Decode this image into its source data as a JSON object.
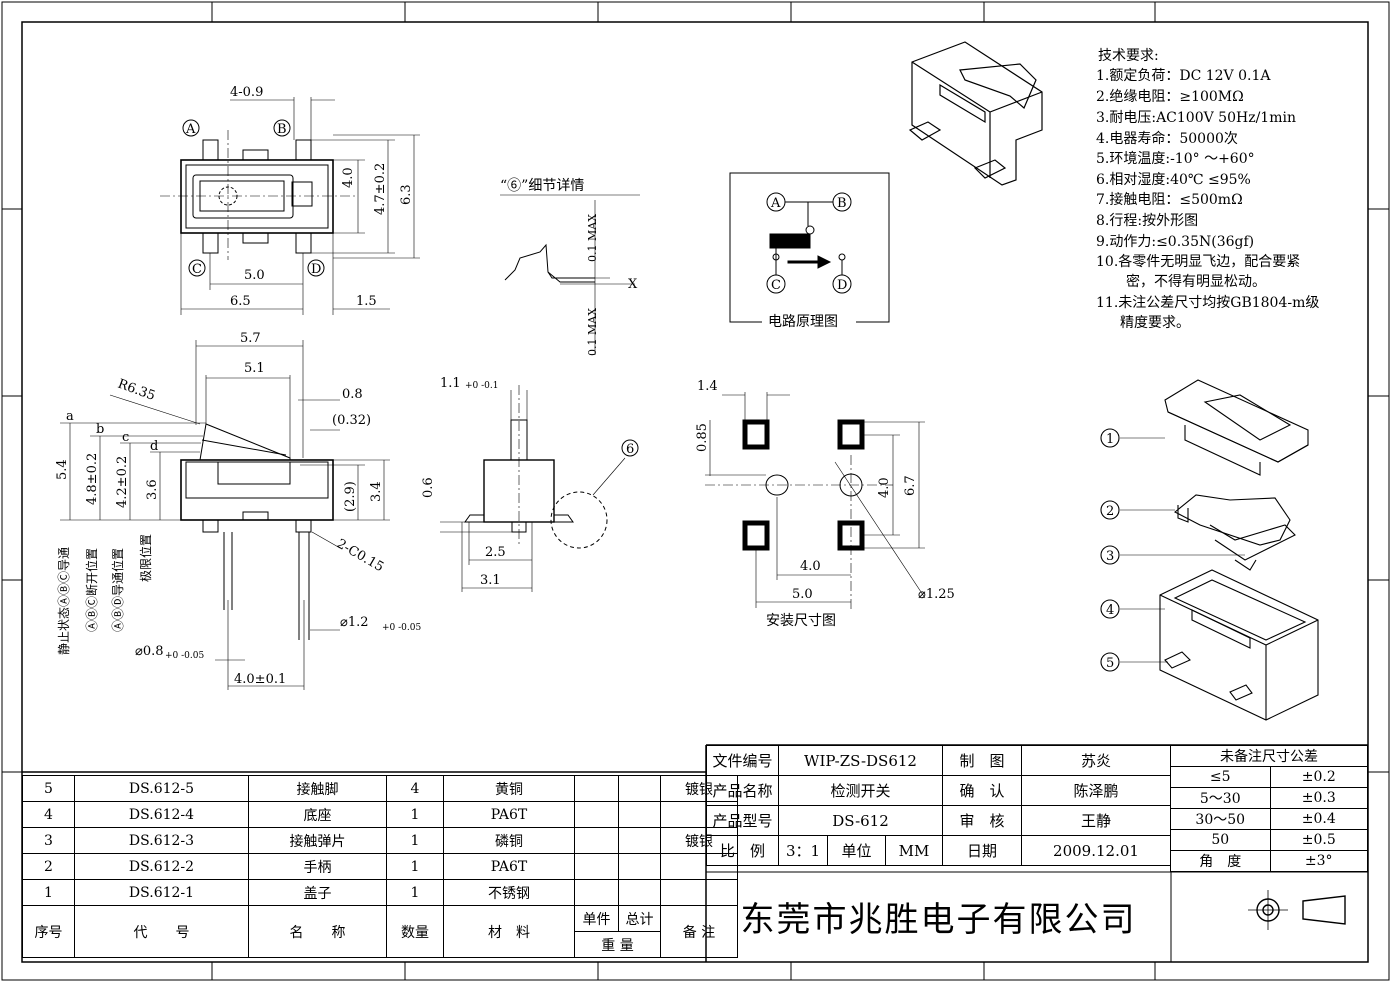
{
  "tech_requirements": {
    "title": "技术要求:",
    "items": [
      "1.额定负荷：DC 12V 0.1A",
      "2.绝缘电阻：≥100MΩ",
      "3.耐电压:AC100V 50Hz/1min",
      "4.电器寿命：50000次",
      "5.环境温度:-10° ～+60°",
      "6.相对湿度:40℃ ≤95%",
      "7.接触电阻：≤500mΩ",
      "8.行程:按外形图",
      "9.动作力:≤0.35N(36gf)",
      "10.各零件无明显飞边，配合要紧",
      "密，不得有明显松动。",
      "11.未注公差尺寸均按GB1804-m级",
      "精度要求。"
    ]
  },
  "circuit": {
    "label": "电路原理图",
    "pins": [
      "A",
      "B",
      "C",
      "D"
    ]
  },
  "detail": {
    "label": "“⑥”细节详情",
    "max_top": "0.1 MAX",
    "max_bottom": "0.1 MAX",
    "axis": "X"
  },
  "mounting": {
    "label": "安装尺寸图"
  },
  "dims_top": {
    "w49": "4-0.9",
    "h4": "4.0",
    "h47": "4.7±0.2",
    "h63": "6.3",
    "w5": "5.0",
    "w65": "6.5",
    "w15": "1.5"
  },
  "dims_side": {
    "r": "R6.35",
    "w57": "5.7",
    "w51": "5.1",
    "w08": "0.8",
    "w032": "(0.32)",
    "h54": "5.4",
    "h48": "4.8±0.2",
    "h42": "4.2±0.2",
    "h36": "3.6",
    "h29": "(2.9)",
    "h34": "3.4",
    "c015": "2-C0.15",
    "d12": "⌀1.2",
    "d12tol": "+0 -0.05",
    "d08": "⌀0.8",
    "d08tol": "+0 -0.05",
    "w40": "4.0±0.1",
    "state_a": "静止状态ⒶⒷⒸ导通",
    "state_b": "ⒶⒷⒸ断开位置",
    "state_c": "ⒶⒷⒹ导通位置",
    "state_d": "极限位置",
    "lbl_a": "a",
    "lbl_b": "b",
    "lbl_c": "c",
    "lbl_d": "d"
  },
  "dims_front": {
    "w11": "1.1",
    "w11tol": "+0 -0.1",
    "h06": "0.6",
    "w25": "2.5",
    "w31": "3.1",
    "callout": "6"
  },
  "dims_mount": {
    "w14": "1.4",
    "h085": "0.85",
    "h40": "4.0",
    "h67": "6.7",
    "w40": "4.0",
    "w50": "5.0",
    "d125": "⌀1.25"
  },
  "parts_callouts": [
    "1",
    "2",
    "3",
    "4",
    "5"
  ],
  "bom": {
    "rows": [
      [
        "5",
        "DS.612-5",
        "接触脚",
        "4",
        "黄铜",
        "",
        "",
        "镀银"
      ],
      [
        "4",
        "DS.612-4",
        "底座",
        "1",
        "PA6T",
        "",
        "",
        ""
      ],
      [
        "3",
        "DS.612-3",
        "接触弹片",
        "1",
        "磷铜",
        "",
        "",
        "镀银"
      ],
      [
        "2",
        "DS.612-2",
        "手柄",
        "1",
        "PA6T",
        "",
        "",
        ""
      ],
      [
        "1",
        "DS.612-1",
        "盖子",
        "1",
        "不锈钢",
        "",
        "",
        ""
      ]
    ],
    "header": {
      "seq": "序号",
      "code": "代　　号",
      "name": "名　　称",
      "qty": "数量",
      "material": "材　料",
      "unit": "单件",
      "total": "总计",
      "weight": "重 量",
      "remark": "备 注"
    }
  },
  "title_block": {
    "file_no_label": "文件编号",
    "file_no": "WIP-ZS-DS612",
    "draw_label": "制　图",
    "drawer": "苏炎",
    "product_name_label": "产品名称",
    "product_name": "检测开关",
    "confirm_label": "确　认",
    "confirmer": "陈泽鹏",
    "model_label": "产品型号",
    "model": "DS-612",
    "review_label": "审　核",
    "reviewer": "王静",
    "scale_label": "比　例",
    "scale": "3：1",
    "unit_label": "单位",
    "unit": "MM",
    "date_label": "日期",
    "date": "2009.12.01",
    "company": "东莞市兆胜电子有限公司"
  },
  "tolerance": {
    "title": "未备注尺寸公差",
    "rows": [
      [
        "≤5",
        "±0.2"
      ],
      [
        "5～30",
        "±0.3"
      ],
      [
        "30～50",
        "±0.4"
      ],
      [
        "50",
        "±0.5"
      ],
      [
        "角　度",
        "±3°"
      ]
    ]
  }
}
